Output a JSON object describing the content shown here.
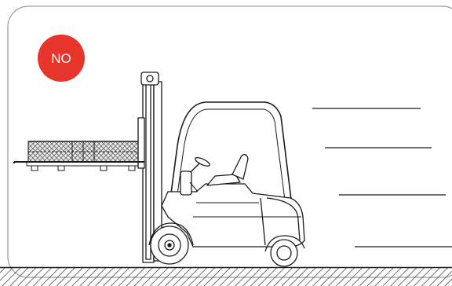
{
  "badge": {
    "label": "NO",
    "color": "#e8352b"
  },
  "colors": {
    "line": "#1a1a1a",
    "frame": "#9a9a9a",
    "hatch": "#333333"
  },
  "icons": [
    "forklift-icon",
    "pallet-icon"
  ],
  "answer_lines": [
    {
      "id": "blank-1",
      "value": ""
    },
    {
      "id": "blank-2",
      "value": ""
    },
    {
      "id": "blank-3",
      "value": ""
    },
    {
      "id": "blank-4",
      "value": ""
    }
  ]
}
